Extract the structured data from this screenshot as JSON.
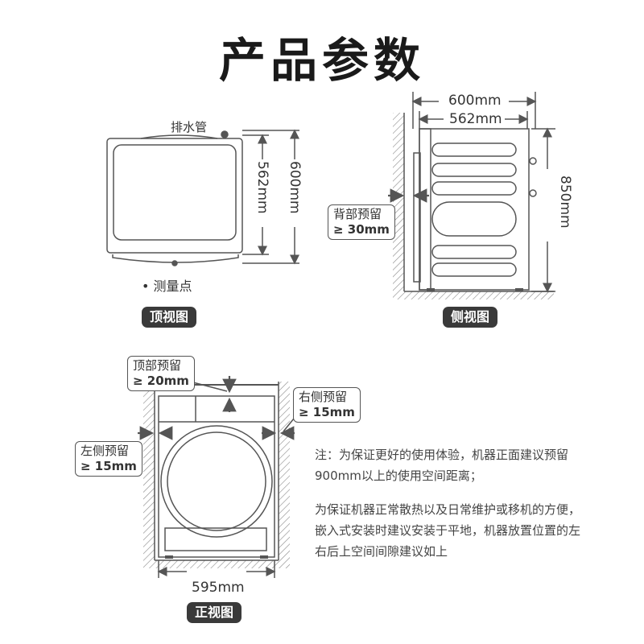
{
  "title": "产品参数",
  "top_view": {
    "badge": "顶视图",
    "drain_label": "排水管",
    "dim_inner": "562mm",
    "dim_outer": "600mm",
    "measure_point": "• 测量点"
  },
  "side_view": {
    "badge": "侧视图",
    "dim_outer": "600mm",
    "dim_inner": "562mm",
    "dim_height": "850mm",
    "back_label": "背部预留",
    "back_value": "≥ 30mm"
  },
  "front_view": {
    "badge": "正视图",
    "width": "595mm",
    "top_label": "顶部预留",
    "top_value": "≥ 20mm",
    "right_label": "右侧预留",
    "right_value": "≥ 15mm",
    "left_label": "左侧预留",
    "left_value": "≥ 15mm"
  },
  "notes": {
    "note1": "注：为保证更好的使用体验，机器正面建议预留900mm以上的使用空间距离；",
    "note2": "为保证机器正常散热以及日常维护或移机的方便，嵌入式安装时建议安装于平地，机器放置位置的左右后上空间间隙建议如上"
  },
  "colors": {
    "line": "#555555",
    "badge": "#3a3a3a"
  }
}
